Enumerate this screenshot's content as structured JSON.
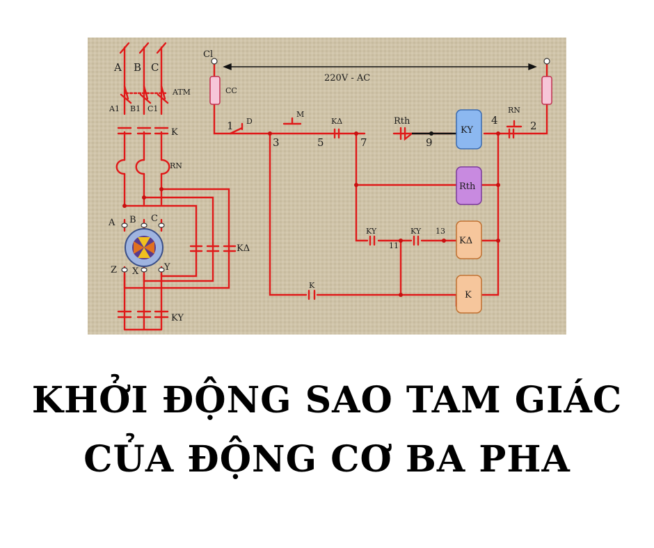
{
  "diagram": {
    "phases": [
      "A",
      "B",
      "C"
    ],
    "breaker_terminals": [
      "A1",
      "B1",
      "C1"
    ],
    "breaker_label": "ATM",
    "contactor_label": "K",
    "relay_label": "RN",
    "motor_terminals_top": [
      "A",
      "B",
      "C"
    ],
    "motor_terminals_bottom": [
      "Z",
      "X",
      "Y"
    ],
    "delta_contactor_label": "KΔ",
    "star_contactor_label": "KY",
    "control": {
      "source_label": "Cl",
      "voltage_label": "220V - AC",
      "fuse_label": "CC",
      "stop_button_label": "D",
      "start_button_label": "M",
      "timer_contact_label": "Rth",
      "timer_coil_label": "Rth",
      "ky_coil_label": "KY",
      "kd_coil_label": "KΔ",
      "k_coil_label": "K",
      "rn_contact_label": "RN",
      "interlock_kd_label": "KΔ",
      "contact_ky_1": "KY",
      "contact_ky_2": "KY",
      "contact_k_hold": "K",
      "node_numbers": [
        "1",
        "3",
        "5",
        "7",
        "9",
        "4",
        "2",
        "11",
        "13"
      ]
    },
    "colors": {
      "wire": "#e01818",
      "timer_coil": "#c88ae0",
      "ky_coil": "#8cb8f0",
      "kd_coil": "#f6c69c",
      "k_coil": "#f6c69c",
      "fuse": "#f6c6d8",
      "background": "#cfc3a8"
    }
  },
  "title": {
    "line1": "KHỞI ĐỘNG SAO TAM GIÁC",
    "line2": "CỦA ĐỘNG CƠ BA PHA"
  }
}
